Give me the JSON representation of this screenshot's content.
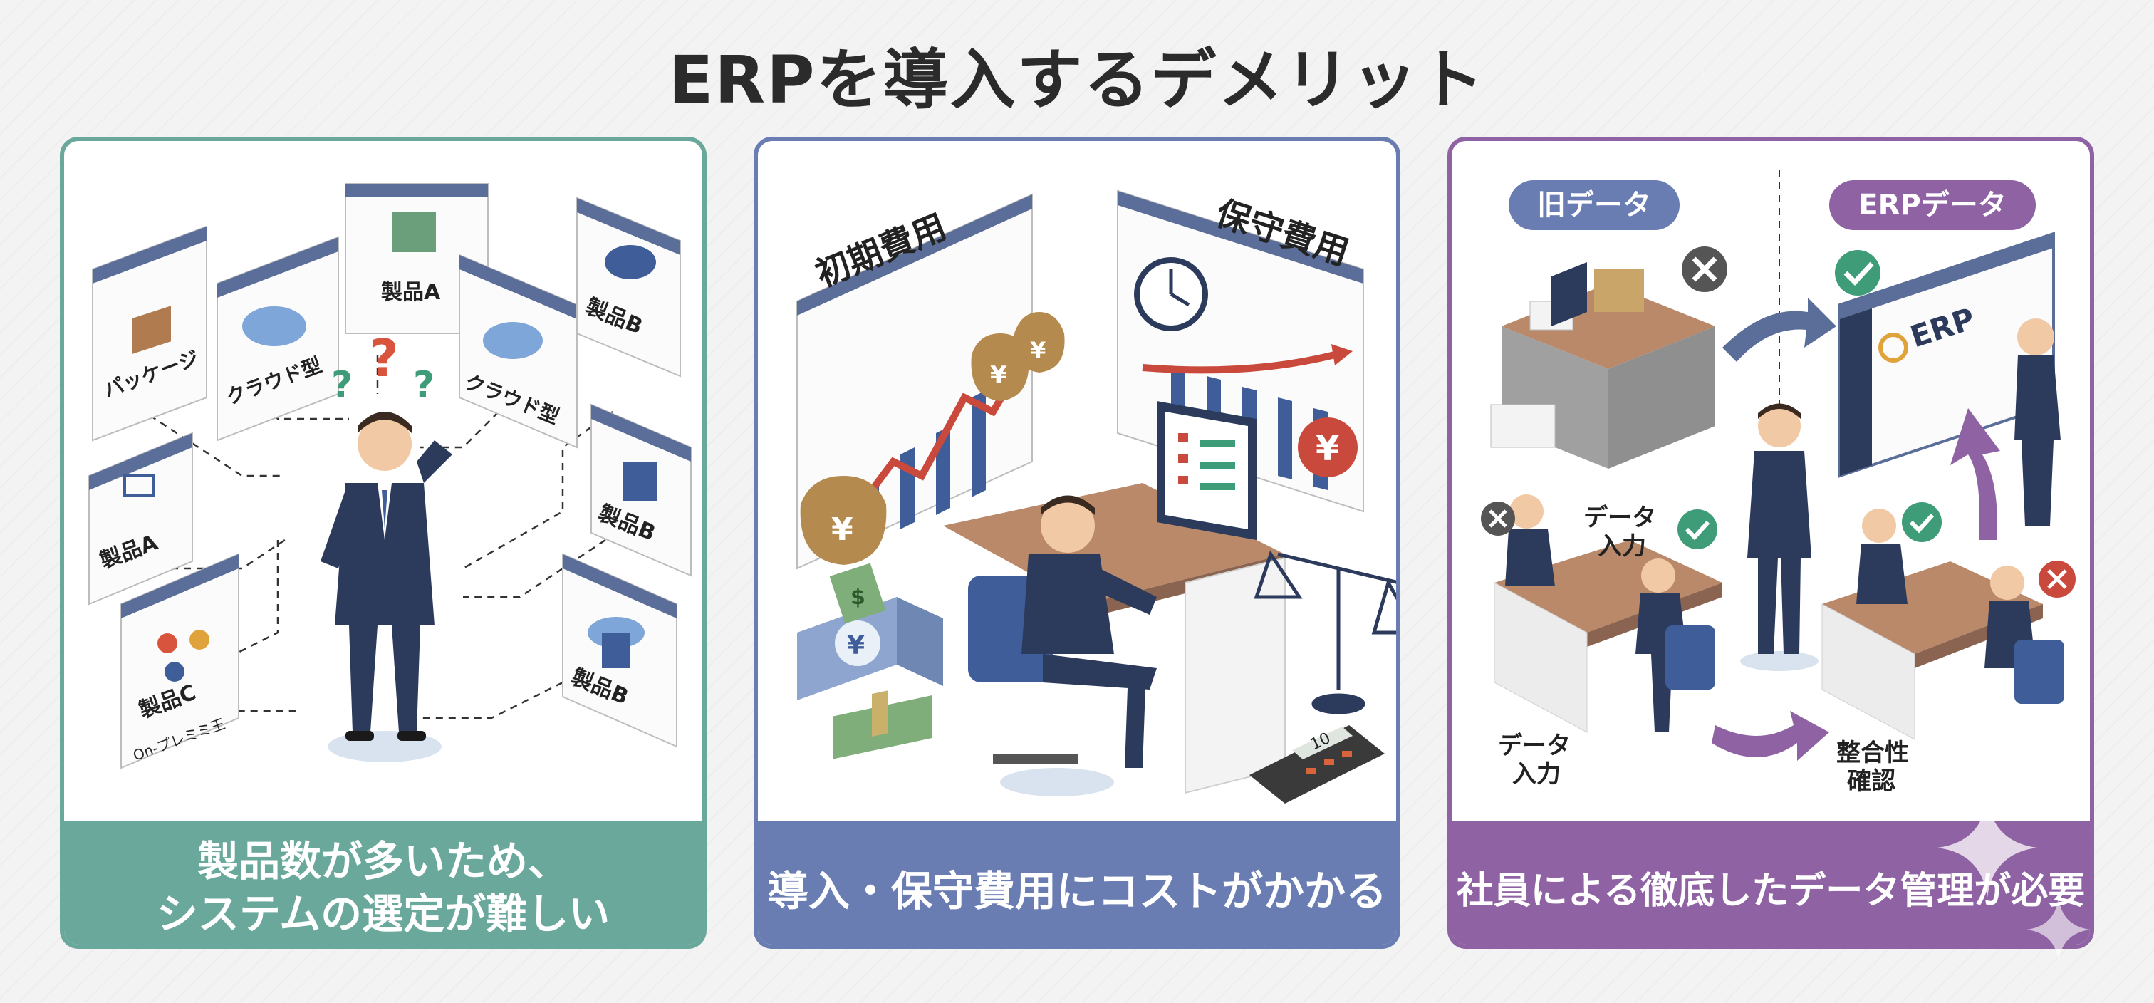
{
  "title": "ERPを導入するデメリット",
  "colors": {
    "teal": "#6aa89c",
    "slate": "#6a7db3",
    "purple": "#8f62a3",
    "suit": "#2c3a5c",
    "screen_header": "#5a6e99"
  },
  "panels": [
    {
      "caption_lines": [
        "製品数が多いため、",
        "システムの選定が難しい"
      ],
      "labels": {
        "package": "パッケージ",
        "cloud_1": "クラウド型",
        "product_a_top": "製品A",
        "cloud_2": "クラウド型",
        "product_b_top": "製品B",
        "product_a_left": "製品A",
        "product_b_mid": "製品B",
        "product_c": "製品C",
        "onprem": "On-プレミミ王",
        "product_b_bottom": "製品B",
        "question_marks": "?"
      }
    },
    {
      "caption": "導入・保守費用にコストがかかる",
      "labels": {
        "initial_cost": "初期費用",
        "maintenance_cost": "保守費用",
        "yen": "¥",
        "dollar": "$",
        "calc_display": "10"
      }
    },
    {
      "caption": "社員による徹底したデータ管理が必要",
      "labels": {
        "old_data": "旧データ",
        "erp_data": "ERPデータ",
        "erp_screen": "ERP",
        "data_entry_1": "データ\n入力",
        "data_entry_1_line1": "データ",
        "data_entry_1_line2": "入力",
        "data_entry_2_line1": "データ",
        "data_entry_2_line2": "入力",
        "consistency_line1": "整合性",
        "consistency_line2": "確認"
      }
    }
  ]
}
